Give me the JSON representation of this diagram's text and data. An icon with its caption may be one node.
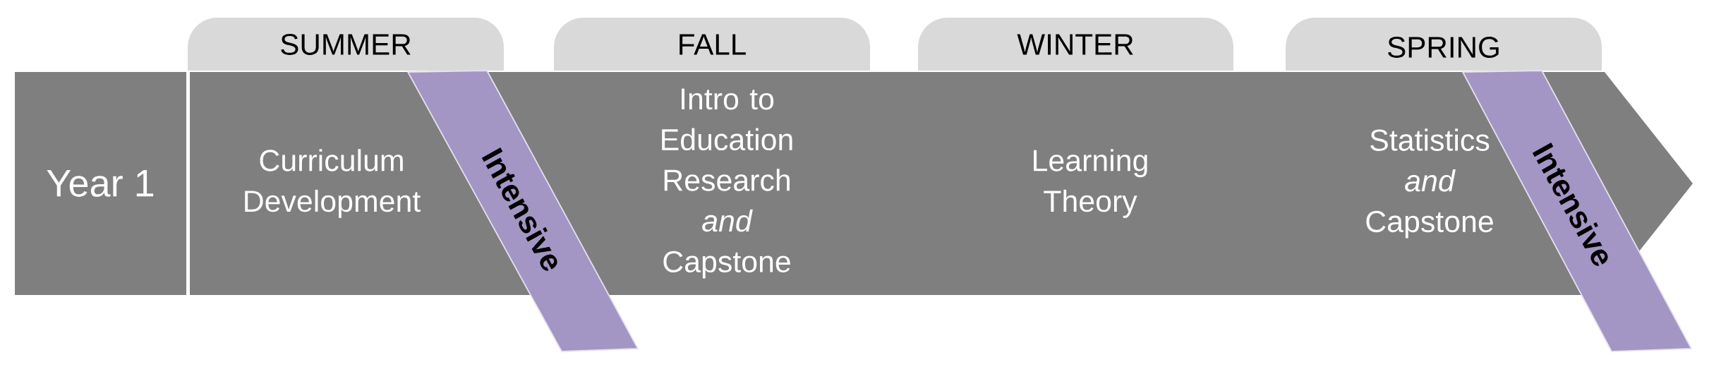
{
  "diagram": {
    "nodes": [
      {
        "text": [
          "SUMMER"
        ]
      },
      {
        "text": [
          "FALL"
        ]
      },
      {
        "text": [
          "WINTER"
        ]
      },
      {
        "text": [
          "SPRING"
        ]
      },
      {
        "text": [
          "Year 1"
        ]
      },
      {
        "text": [
          "Curriculum Development",
          "Intro to Education Research *and* Capstone",
          "Learning Theory",
          "Statistics *and* Capstone"
        ]
      },
      {
        "text": [
          "Intensive"
        ]
      },
      {
        "text": [
          "Intensive"
        ]
      }
    ]
  }
}
